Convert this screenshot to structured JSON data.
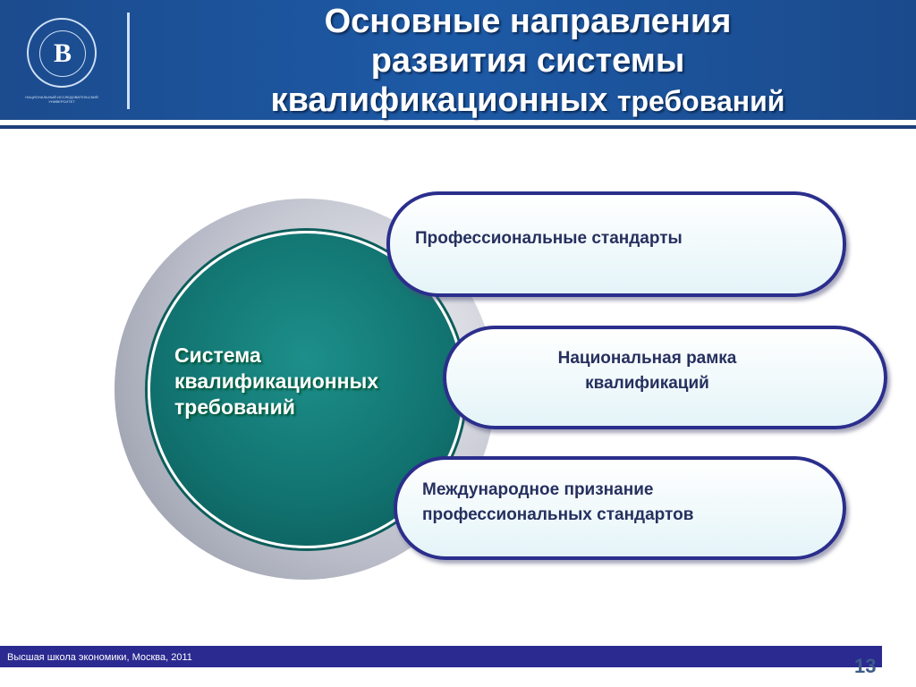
{
  "header": {
    "title_line1": "Основные направления",
    "title_line2": "развития системы",
    "title_line3a": "квалификационных",
    "title_line3b": "требований",
    "logo_letter": "В",
    "logo_caption": "НАЦИОНАЛЬНЫЙ ИССЛЕДОВАТЕЛЬСКИЙ УНИВЕРСИТЕТ"
  },
  "diagram": {
    "center_label": [
      "Система",
      "квалификационных",
      "требований"
    ],
    "items": [
      {
        "label": "Профессиональные стандарты"
      },
      {
        "label_line1": "Национальная рамка",
        "label_line2": "квалификаций"
      },
      {
        "label_line1": "Международное признание",
        "label_line2": "профессиональных стандартов"
      }
    ]
  },
  "footer": {
    "text": "Высшая школа экономики, Москва, 2011",
    "page_number": "13"
  }
}
